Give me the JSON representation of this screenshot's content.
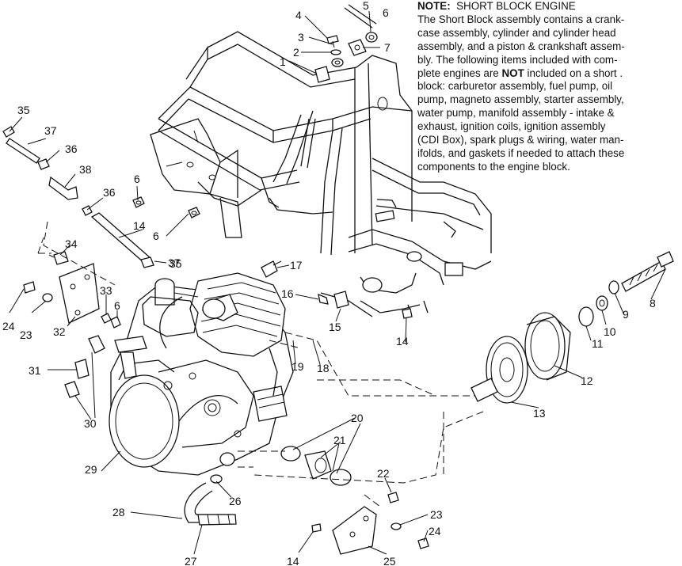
{
  "note": {
    "heading": "NOTE:",
    "title": "SHORT BLOCK ENGINE",
    "lines": [
      "The Short Block assembly contains a crank-",
      "case assembly, cylinder and cylinder head",
      "assembly, and a piston & crankshaft assem-",
      "bly.  The following items included with com-",
      "plete engines are",
      "included on a short .",
      "block:  carburetor assembly, fuel pump, oil",
      "pump, magneto assembly, starter assembly,",
      "water pump, manifold assembly - intake &",
      "exhaust, ignition coils, ignition assembly",
      "(CDI Box), spark plugs & wiring, water man-",
      "ifolds, and gaskets if needed to attach these",
      "components to the engine block."
    ],
    "emphasis": "NOT"
  },
  "callouts": [
    "1",
    "2",
    "3",
    "4",
    "5",
    "6",
    "7",
    "6",
    "35",
    "37",
    "36",
    "38",
    "36",
    "6",
    "14",
    "37",
    "35",
    "17",
    "34",
    "33",
    "6",
    "32",
    "24",
    "23",
    "16",
    "15",
    "14",
    "8",
    "9",
    "10",
    "11",
    "12",
    "13",
    "19",
    "18",
    "31",
    "30",
    "29",
    "20",
    "21",
    "22",
    "26",
    "28",
    "27",
    "23",
    "24",
    "14",
    "25"
  ]
}
